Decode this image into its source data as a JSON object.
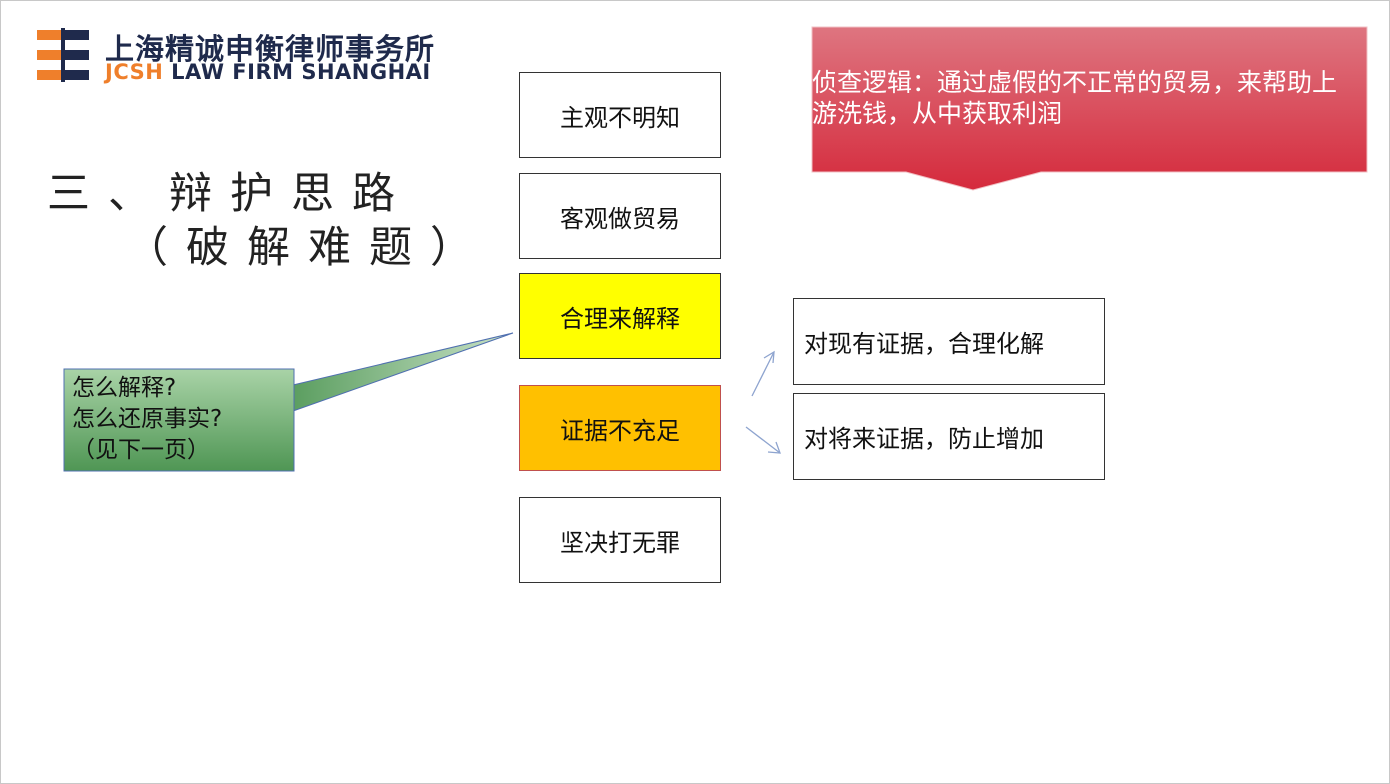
{
  "logo": {
    "cn": "上海精诚申衡律师事务所",
    "en_accent": "JCSH",
    "en_rest": " LAW FIRM SHANGHAI",
    "colors": {
      "orange": "#ef7f2b",
      "navy": "#1f2a4c"
    }
  },
  "title": {
    "line1": "三、辩护思路",
    "line2": "（破解难题）"
  },
  "boxes": [
    {
      "label": "主观不明知"
    },
    {
      "label": "客观做贸易"
    },
    {
      "label": "合理来解释"
    },
    {
      "label": "证据不充足"
    },
    {
      "label": "坚决打无罪"
    }
  ],
  "evidence": [
    {
      "label": "对现有证据，合理化解"
    },
    {
      "label": "对将来证据，防止增加"
    }
  ],
  "callout": {
    "text": "侦查逻辑：通过虚假的不正常的贸易，来帮助上游洗钱，从中获取利润",
    "color": "#d9434f"
  },
  "note": {
    "lines": [
      "怎么解释?",
      "怎么还原事实?",
      "（见下一页）"
    ],
    "color": "#5a9e5a"
  },
  "colors": {
    "yellow": "#ffff00",
    "orange": "#ffc000",
    "arrow": "#8ea4cf"
  }
}
